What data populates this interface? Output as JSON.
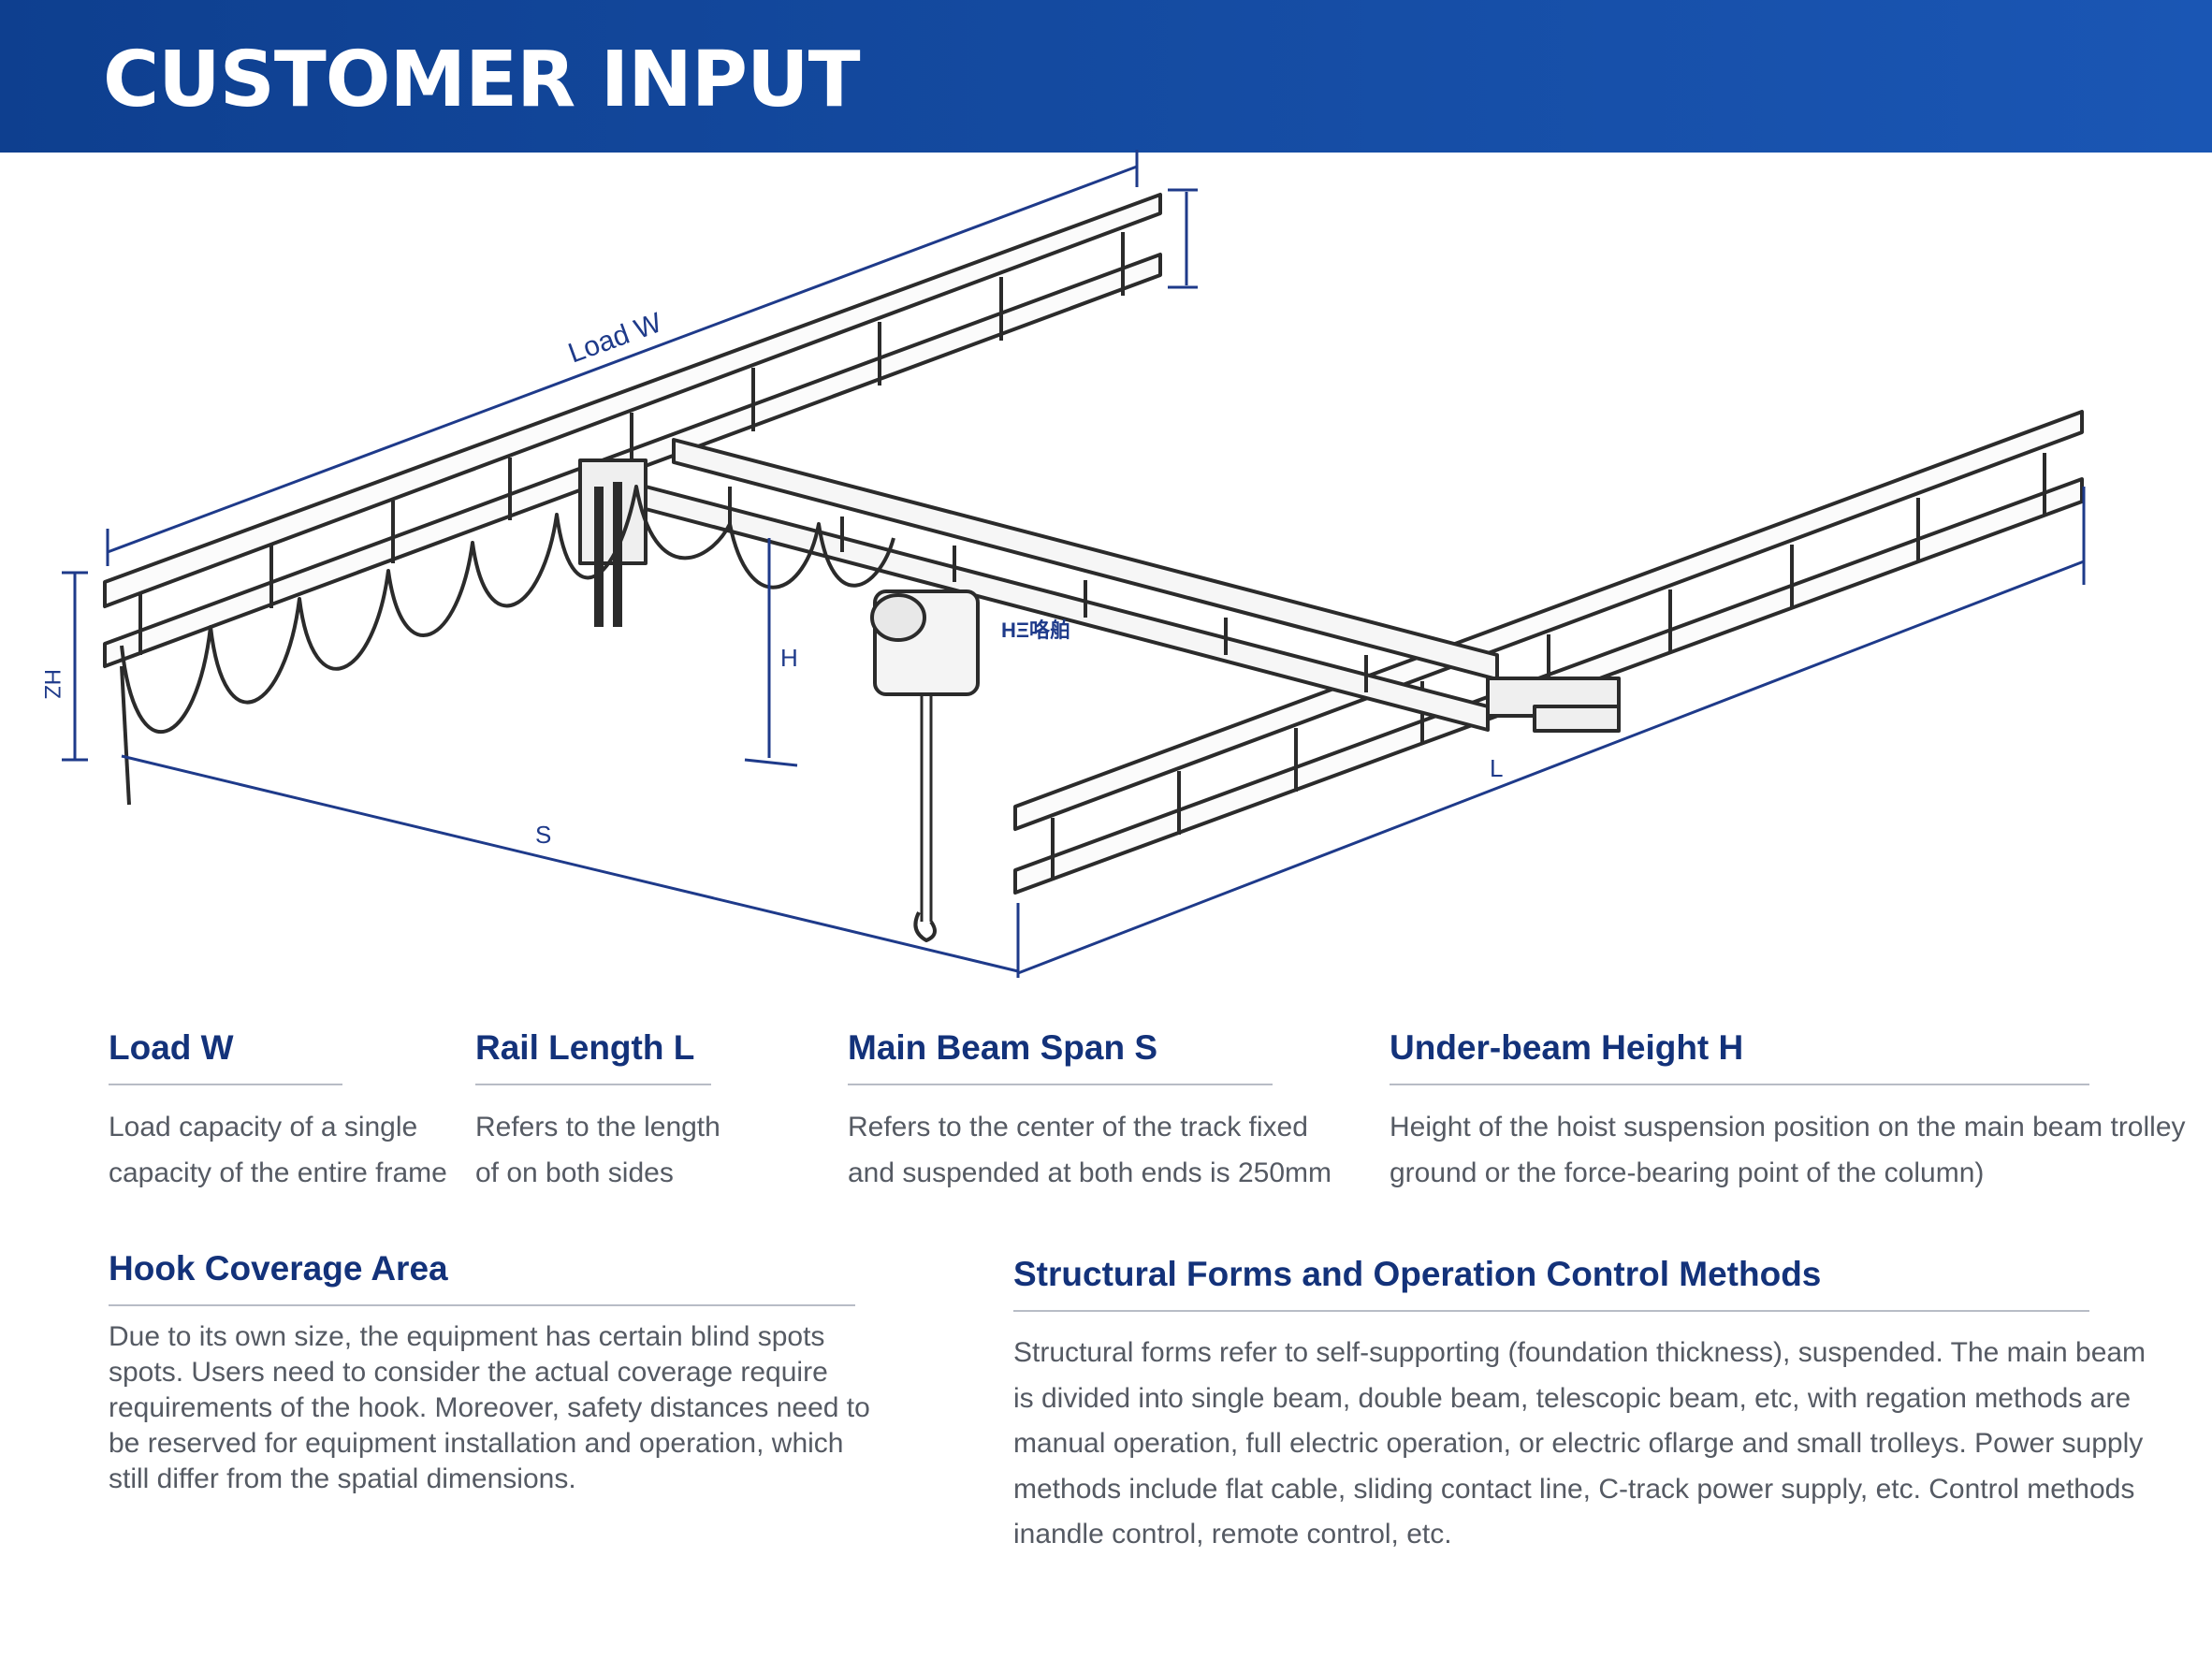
{
  "header": {
    "title": "CUSTOMER INPUT"
  },
  "diagram": {
    "labels": {
      "load": "Load W",
      "height": "H",
      "span": "S",
      "length": "L",
      "left_dim": "HZ",
      "hoist_tag": "HΞ咯舶"
    }
  },
  "specs": [
    {
      "title": "Load W",
      "lines": [
        "Load capacity of a single",
        "capacity of the entire frame"
      ]
    },
    {
      "title": "Rail Length L",
      "lines": [
        "Refers to the length",
        "of on both sides"
      ]
    },
    {
      "title": "Main Beam Span S",
      "lines": [
        "Refers to the center of the track fixed",
        "and suspended at both ends is 250mm"
      ]
    },
    {
      "title": "Under-beam Height H",
      "lines": [
        "Height of the hoist suspension position on the main beam trolley",
        "ground or the force-bearing point of the column)"
      ]
    }
  ],
  "hook": {
    "title": "Hook Coverage Area",
    "lines": [
      "Due to its own size, the equipment has certain blind spots",
      "spots. Users need to consider the actual coverage require",
      "requirements of the hook. Moreover, safety distances need to",
      "be reserved for equipment installation and operation, which",
      "still differ from the spatial dimensions."
    ]
  },
  "structural": {
    "title": "Structural Forms and Operation Control Methods",
    "lines": [
      "Structural forms refer to self-supporting (foundation thickness), suspended. The main beam",
      "is divided into single beam, double beam, telescopic beam, etc, with regation methods are",
      "manual operation, full electric operation, or electric oflarge and small trolleys. Power supply",
      "methods include flat cable, sliding contact line, C-track power supply, etc.  Control methods",
      "inandle control, remote control, etc."
    ]
  }
}
